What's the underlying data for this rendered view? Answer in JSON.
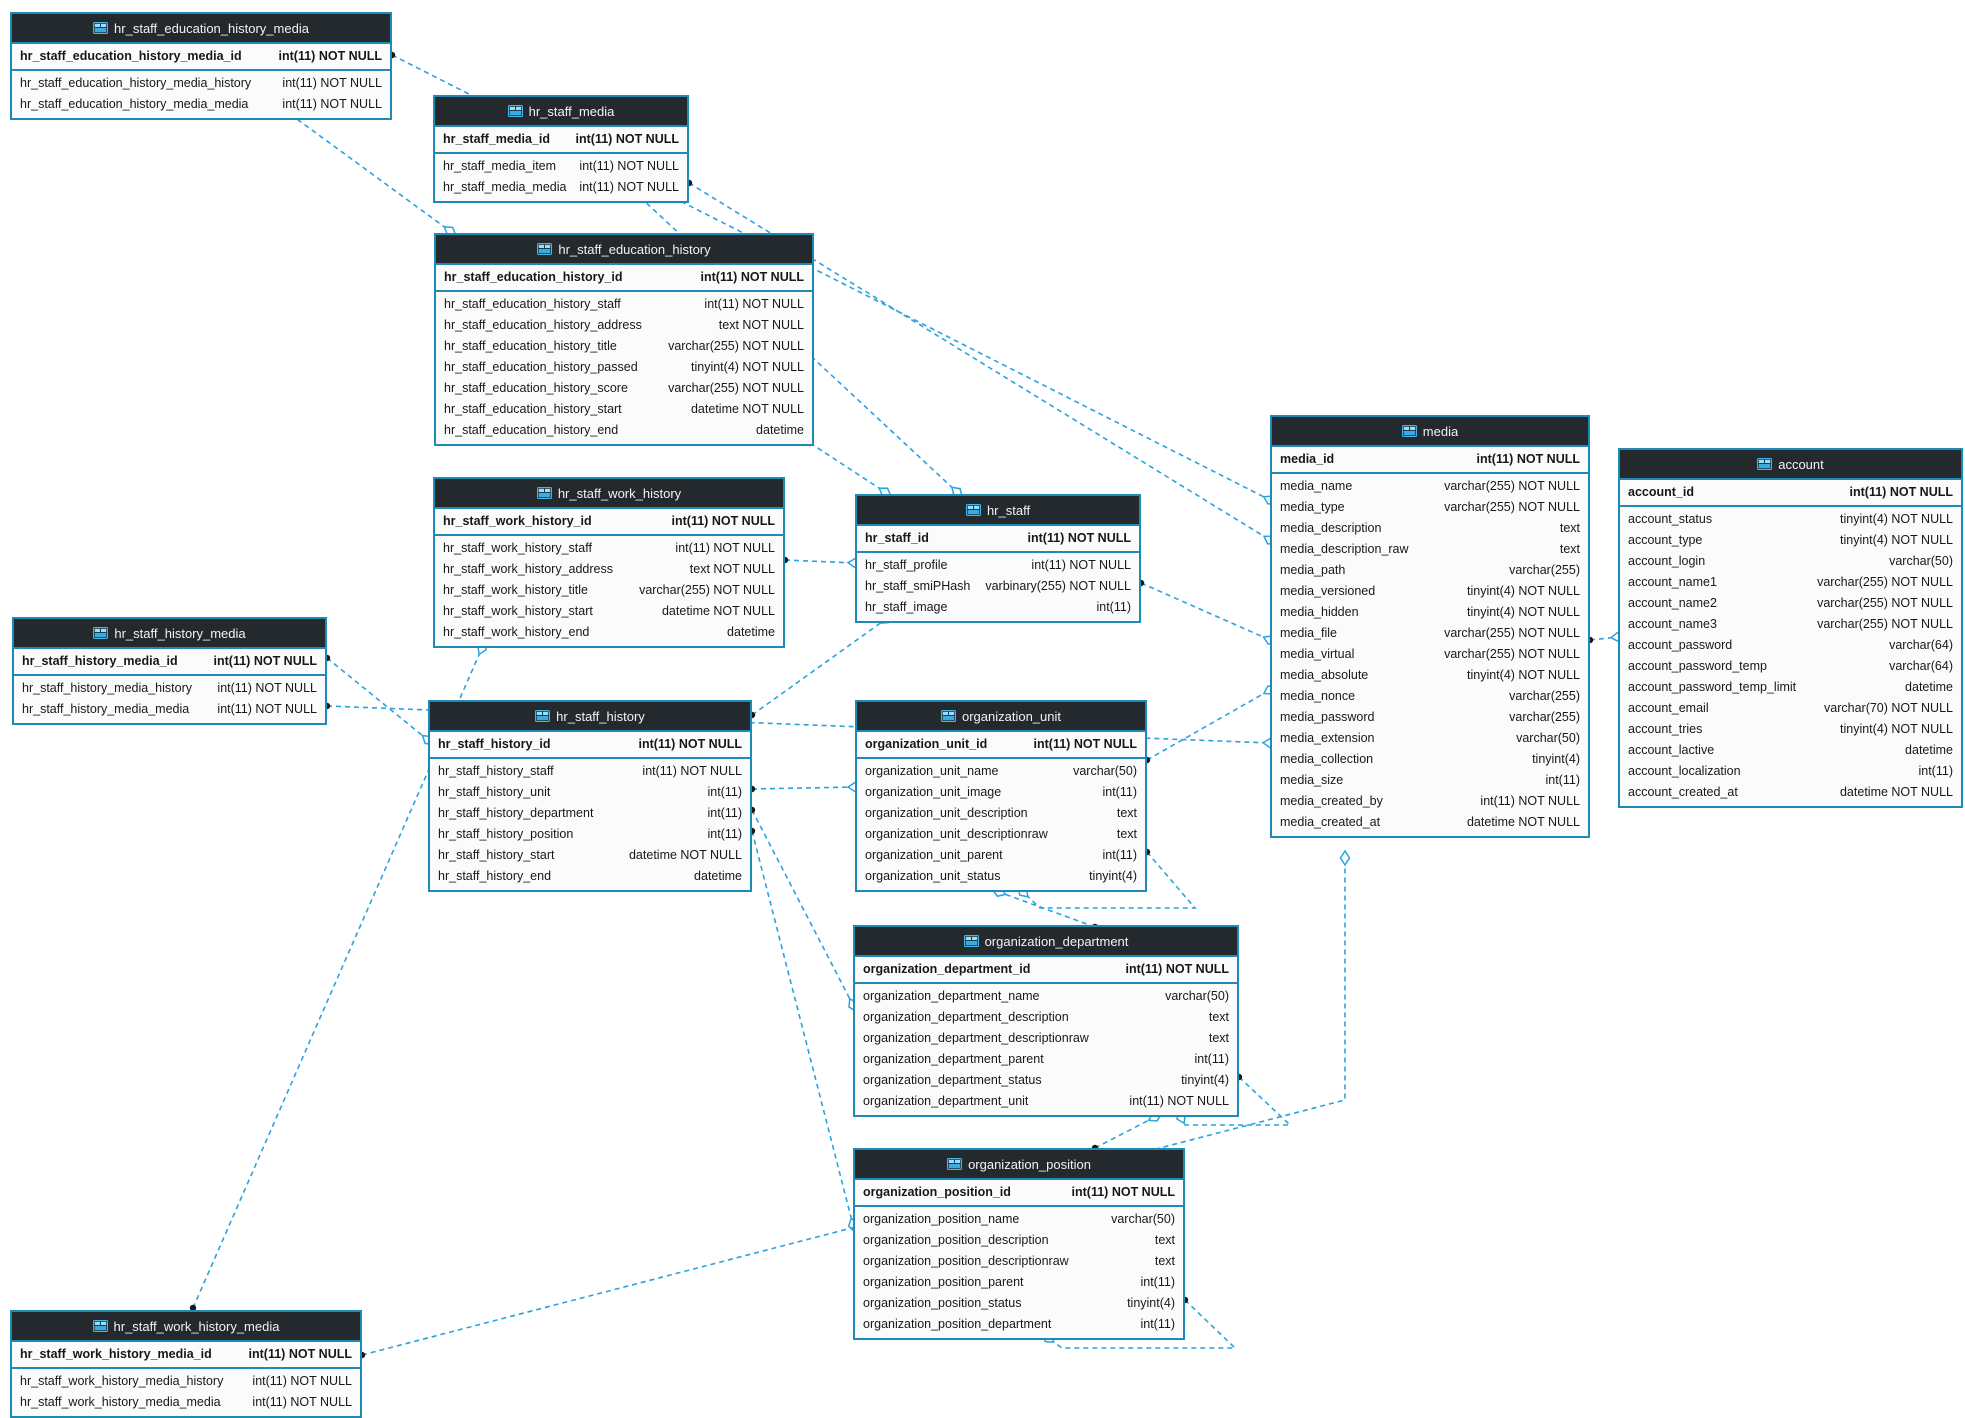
{
  "diagram": {
    "colors": {
      "table_border": "#1d8ab8",
      "header_background": "#24292e",
      "header_text": "#f2f2f2",
      "row_background": "#fbfbfb",
      "relation_line": "#2aa2de"
    },
    "tables": [
      {
        "id": "hr_staff_education_history_media",
        "title": "hr_staff_education_history_media",
        "columns": [
          {
            "name": "hr_staff_education_history_media_id",
            "type": "int(11) NOT NULL",
            "pk": true
          },
          {
            "name": "hr_staff_education_history_media_history",
            "type": "int(11) NOT NULL"
          },
          {
            "name": "hr_staff_education_history_media_media",
            "type": "int(11) NOT NULL"
          }
        ]
      },
      {
        "id": "hr_staff_media",
        "title": "hr_staff_media",
        "columns": [
          {
            "name": "hr_staff_media_id",
            "type": "int(11) NOT NULL",
            "pk": true
          },
          {
            "name": "hr_staff_media_item",
            "type": "int(11) NOT NULL"
          },
          {
            "name": "hr_staff_media_media",
            "type": "int(11) NOT NULL"
          }
        ]
      },
      {
        "id": "hr_staff_education_history",
        "title": "hr_staff_education_history",
        "columns": [
          {
            "name": "hr_staff_education_history_id",
            "type": "int(11) NOT NULL",
            "pk": true
          },
          {
            "name": "hr_staff_education_history_staff",
            "type": "int(11) NOT NULL"
          },
          {
            "name": "hr_staff_education_history_address",
            "type": "text NOT NULL"
          },
          {
            "name": "hr_staff_education_history_title",
            "type": "varchar(255) NOT NULL"
          },
          {
            "name": "hr_staff_education_history_passed",
            "type": "tinyint(4) NOT NULL"
          },
          {
            "name": "hr_staff_education_history_score",
            "type": "varchar(255) NOT NULL"
          },
          {
            "name": "hr_staff_education_history_start",
            "type": "datetime NOT NULL"
          },
          {
            "name": "hr_staff_education_history_end",
            "type": "datetime"
          }
        ]
      },
      {
        "id": "hr_staff_work_history",
        "title": "hr_staff_work_history",
        "columns": [
          {
            "name": "hr_staff_work_history_id",
            "type": "int(11) NOT NULL",
            "pk": true
          },
          {
            "name": "hr_staff_work_history_staff",
            "type": "int(11) NOT NULL"
          },
          {
            "name": "hr_staff_work_history_address",
            "type": "text NOT NULL"
          },
          {
            "name": "hr_staff_work_history_title",
            "type": "varchar(255) NOT NULL"
          },
          {
            "name": "hr_staff_work_history_start",
            "type": "datetime NOT NULL"
          },
          {
            "name": "hr_staff_work_history_end",
            "type": "datetime"
          }
        ]
      },
      {
        "id": "hr_staff_history_media",
        "title": "hr_staff_history_media",
        "columns": [
          {
            "name": "hr_staff_history_media_id",
            "type": "int(11) NOT NULL",
            "pk": true
          },
          {
            "name": "hr_staff_history_media_history",
            "type": "int(11) NOT NULL"
          },
          {
            "name": "hr_staff_history_media_media",
            "type": "int(11) NOT NULL"
          }
        ]
      },
      {
        "id": "hr_staff_history",
        "title": "hr_staff_history",
        "columns": [
          {
            "name": "hr_staff_history_id",
            "type": "int(11) NOT NULL",
            "pk": true
          },
          {
            "name": "hr_staff_history_staff",
            "type": "int(11) NOT NULL"
          },
          {
            "name": "hr_staff_history_unit",
            "type": "int(11)"
          },
          {
            "name": "hr_staff_history_department",
            "type": "int(11)"
          },
          {
            "name": "hr_staff_history_position",
            "type": "int(11)"
          },
          {
            "name": "hr_staff_history_start",
            "type": "datetime NOT NULL"
          },
          {
            "name": "hr_staff_history_end",
            "type": "datetime"
          }
        ]
      },
      {
        "id": "hr_staff",
        "title": "hr_staff",
        "columns": [
          {
            "name": "hr_staff_id",
            "type": "int(11) NOT NULL",
            "pk": true
          },
          {
            "name": "hr_staff_profile",
            "type": "int(11) NOT NULL"
          },
          {
            "name": "hr_staff_smiPHash",
            "type": "varbinary(255) NOT NULL"
          },
          {
            "name": "hr_staff_image",
            "type": "int(11)"
          }
        ]
      },
      {
        "id": "organization_unit",
        "title": "organization_unit",
        "columns": [
          {
            "name": "organization_unit_id",
            "type": "int(11) NOT NULL",
            "pk": true
          },
          {
            "name": "organization_unit_name",
            "type": "varchar(50)"
          },
          {
            "name": "organization_unit_image",
            "type": "int(11)"
          },
          {
            "name": "organization_unit_description",
            "type": "text"
          },
          {
            "name": "organization_unit_descriptionraw",
            "type": "text"
          },
          {
            "name": "organization_unit_parent",
            "type": "int(11)"
          },
          {
            "name": "organization_unit_status",
            "type": "tinyint(4)"
          }
        ]
      },
      {
        "id": "organization_department",
        "title": "organization_department",
        "columns": [
          {
            "name": "organization_department_id",
            "type": "int(11) NOT NULL",
            "pk": true
          },
          {
            "name": "organization_department_name",
            "type": "varchar(50)"
          },
          {
            "name": "organization_department_description",
            "type": "text"
          },
          {
            "name": "organization_department_descriptionraw",
            "type": "text"
          },
          {
            "name": "organization_department_parent",
            "type": "int(11)"
          },
          {
            "name": "organization_department_status",
            "type": "tinyint(4)"
          },
          {
            "name": "organization_department_unit",
            "type": "int(11) NOT NULL"
          }
        ]
      },
      {
        "id": "organization_position",
        "title": "organization_position",
        "columns": [
          {
            "name": "organization_position_id",
            "type": "int(11) NOT NULL",
            "pk": true
          },
          {
            "name": "organization_position_name",
            "type": "varchar(50)"
          },
          {
            "name": "organization_position_description",
            "type": "text"
          },
          {
            "name": "organization_position_descriptionraw",
            "type": "text"
          },
          {
            "name": "organization_position_parent",
            "type": "int(11)"
          },
          {
            "name": "organization_position_status",
            "type": "tinyint(4)"
          },
          {
            "name": "organization_position_department",
            "type": "int(11)"
          }
        ]
      },
      {
        "id": "media",
        "title": "media",
        "columns": [
          {
            "name": "media_id",
            "type": "int(11) NOT NULL",
            "pk": true
          },
          {
            "name": "media_name",
            "type": "varchar(255) NOT NULL"
          },
          {
            "name": "media_type",
            "type": "varchar(255) NOT NULL"
          },
          {
            "name": "media_description",
            "type": "text"
          },
          {
            "name": "media_description_raw",
            "type": "text"
          },
          {
            "name": "media_path",
            "type": "varchar(255)"
          },
          {
            "name": "media_versioned",
            "type": "tinyint(4) NOT NULL"
          },
          {
            "name": "media_hidden",
            "type": "tinyint(4) NOT NULL"
          },
          {
            "name": "media_file",
            "type": "varchar(255) NOT NULL"
          },
          {
            "name": "media_virtual",
            "type": "varchar(255) NOT NULL"
          },
          {
            "name": "media_absolute",
            "type": "tinyint(4) NOT NULL"
          },
          {
            "name": "media_nonce",
            "type": "varchar(255)"
          },
          {
            "name": "media_password",
            "type": "varchar(255)"
          },
          {
            "name": "media_extension",
            "type": "varchar(50)"
          },
          {
            "name": "media_collection",
            "type": "tinyint(4)"
          },
          {
            "name": "media_size",
            "type": "int(11)"
          },
          {
            "name": "media_created_by",
            "type": "int(11) NOT NULL"
          },
          {
            "name": "media_created_at",
            "type": "datetime NOT NULL"
          }
        ]
      },
      {
        "id": "account",
        "title": "account",
        "columns": [
          {
            "name": "account_id",
            "type": "int(11) NOT NULL",
            "pk": true
          },
          {
            "name": "account_status",
            "type": "tinyint(4) NOT NULL"
          },
          {
            "name": "account_type",
            "type": "tinyint(4) NOT NULL"
          },
          {
            "name": "account_login",
            "type": "varchar(50)"
          },
          {
            "name": "account_name1",
            "type": "varchar(255) NOT NULL"
          },
          {
            "name": "account_name2",
            "type": "varchar(255) NOT NULL"
          },
          {
            "name": "account_name3",
            "type": "varchar(255) NOT NULL"
          },
          {
            "name": "account_password",
            "type": "varchar(64)"
          },
          {
            "name": "account_password_temp",
            "type": "varchar(64)"
          },
          {
            "name": "account_password_temp_limit",
            "type": "datetime"
          },
          {
            "name": "account_email",
            "type": "varchar(70) NOT NULL"
          },
          {
            "name": "account_tries",
            "type": "tinyint(4) NOT NULL"
          },
          {
            "name": "account_lactive",
            "type": "datetime"
          },
          {
            "name": "account_localization",
            "type": "int(11)"
          },
          {
            "name": "account_created_at",
            "type": "datetime NOT NULL"
          }
        ]
      },
      {
        "id": "hr_staff_work_history_media",
        "title": "hr_staff_work_history_media",
        "columns": [
          {
            "name": "hr_staff_work_history_media_id",
            "type": "int(11) NOT NULL",
            "pk": true
          },
          {
            "name": "hr_staff_work_history_media_history",
            "type": "int(11) NOT NULL"
          },
          {
            "name": "hr_staff_work_history_media_media",
            "type": "int(11) NOT NULL"
          }
        ]
      }
    ],
    "relationships": [
      {
        "from": "hr_staff_education_history_media",
        "to": "hr_staff_education_history"
      },
      {
        "from": "hr_staff_education_history_media",
        "to": "media"
      },
      {
        "from": "hr_staff_media",
        "to": "hr_staff"
      },
      {
        "from": "hr_staff_media",
        "to": "media"
      },
      {
        "from": "hr_staff_education_history",
        "to": "hr_staff"
      },
      {
        "from": "hr_staff_work_history",
        "to": "hr_staff"
      },
      {
        "from": "hr_staff_history_media",
        "to": "hr_staff_history"
      },
      {
        "from": "hr_staff_history_media",
        "to": "media"
      },
      {
        "from": "hr_staff_history",
        "to": "hr_staff"
      },
      {
        "from": "hr_staff_history",
        "to": "organization_unit"
      },
      {
        "from": "hr_staff_history",
        "to": "organization_department"
      },
      {
        "from": "hr_staff_history",
        "to": "organization_position"
      },
      {
        "from": "hr_staff",
        "to": "media"
      },
      {
        "from": "organization_unit",
        "to": "media"
      },
      {
        "from": "organization_unit",
        "to": "organization_unit"
      },
      {
        "from": "organization_department",
        "to": "organization_unit"
      },
      {
        "from": "organization_department",
        "to": "organization_department"
      },
      {
        "from": "organization_position",
        "to": "organization_department"
      },
      {
        "from": "organization_position",
        "to": "organization_position"
      },
      {
        "from": "media",
        "to": "account"
      },
      {
        "from": "hr_staff_work_history_media",
        "to": "hr_staff_work_history"
      },
      {
        "from": "hr_staff_work_history_media",
        "to": "media"
      }
    ]
  }
}
